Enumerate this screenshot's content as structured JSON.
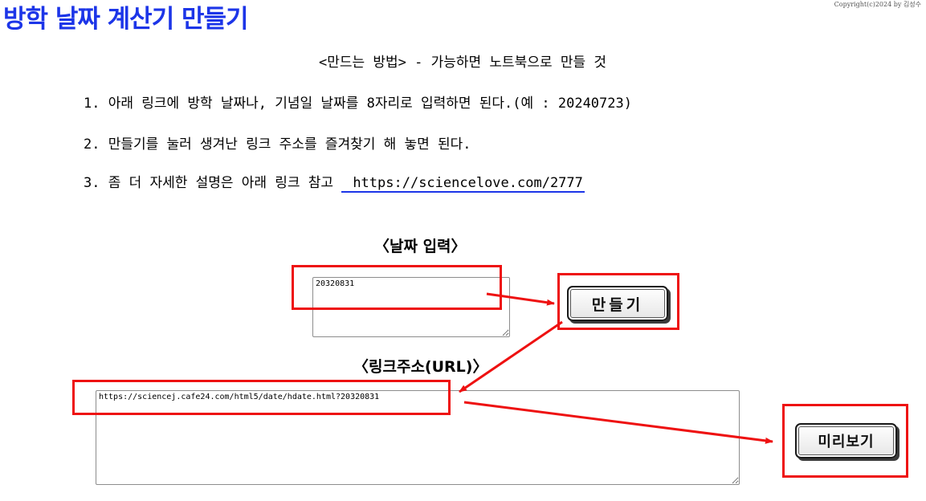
{
  "header": {
    "title": "방학 날짜 계산기 만들기",
    "copyright": "Copyright(c)2024 by 김성수"
  },
  "instructions": {
    "method": "<만드는 방법> - 가능하면 노트북으로 만들 것",
    "step1": "1. 아래 링크에 방학 날짜나, 기념일 날짜를 8자리로 입력하면 된다.(예 : 20240723)",
    "step2": "2. 만들기를 눌러 생겨난 링크 주소를 즐겨찾기 해 놓면 된다.",
    "step3": "3. 좀 더 자세한 설명은 아래 링크 참고 ",
    "reference_link": "https://sciencelove.com/2777"
  },
  "date_section": {
    "label": "〈날짜 입력〉",
    "input_value": "20320831",
    "make_button": "만들기"
  },
  "url_section": {
    "label": "〈링크주소(URL)〉",
    "output_value": "https://sciencej.cafe24.com/html5/date/hdate.html?20320831",
    "preview_button": "미리보기"
  },
  "colors": {
    "title": "#1c35e8",
    "highlight": "#ee1111",
    "link_underline": "#1c35e8"
  }
}
